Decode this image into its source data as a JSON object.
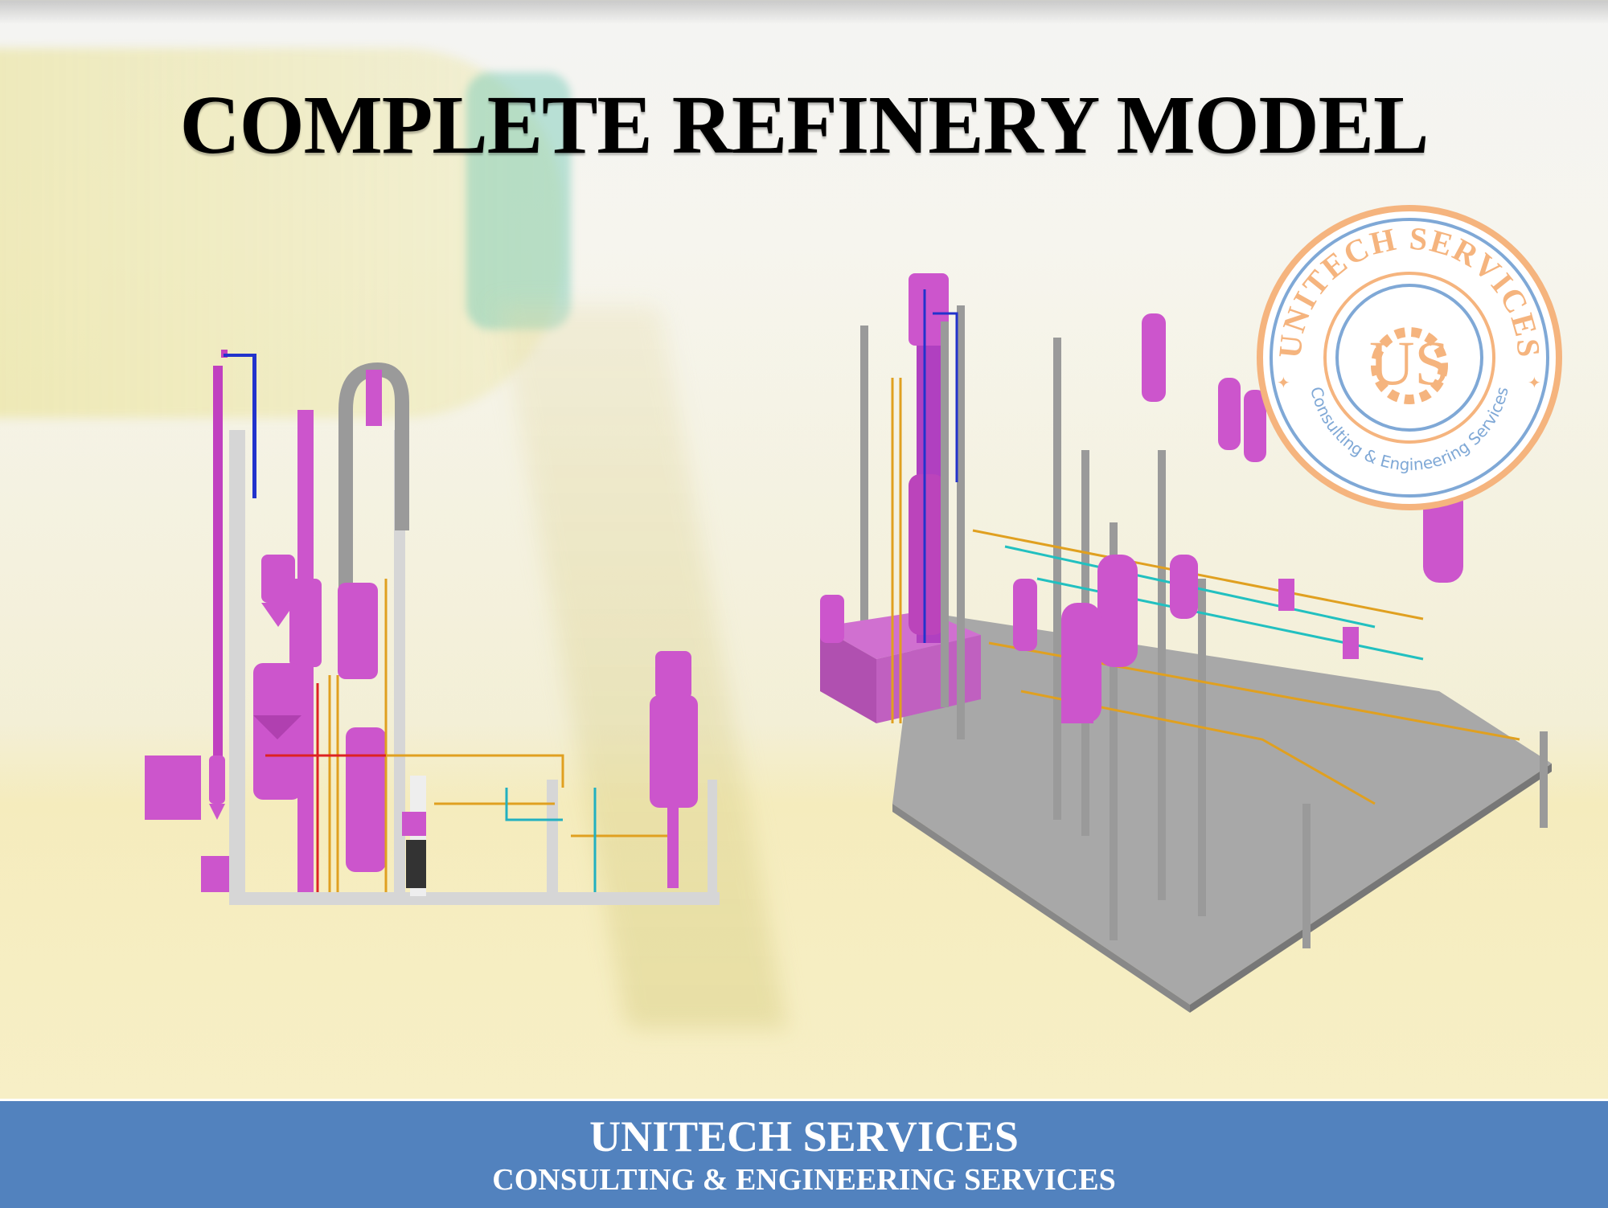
{
  "slide": {
    "title": "COMPLETE REFINERY MODEL"
  },
  "logo": {
    "top_text": "UNITECH SERVICES",
    "bottom_text": "Consulting & Engineering Services",
    "monogram": "US",
    "colors": {
      "orange": "#f5b47e",
      "blue": "#7fa8d6"
    }
  },
  "footer": {
    "company": "UNITECH SERVICES",
    "tagline": "CONSULTING & ENGINEERING SERVICES",
    "background": "#5282be"
  },
  "colors": {
    "equipment": "#cc55cc",
    "structure": "#a9a9a9"
  }
}
